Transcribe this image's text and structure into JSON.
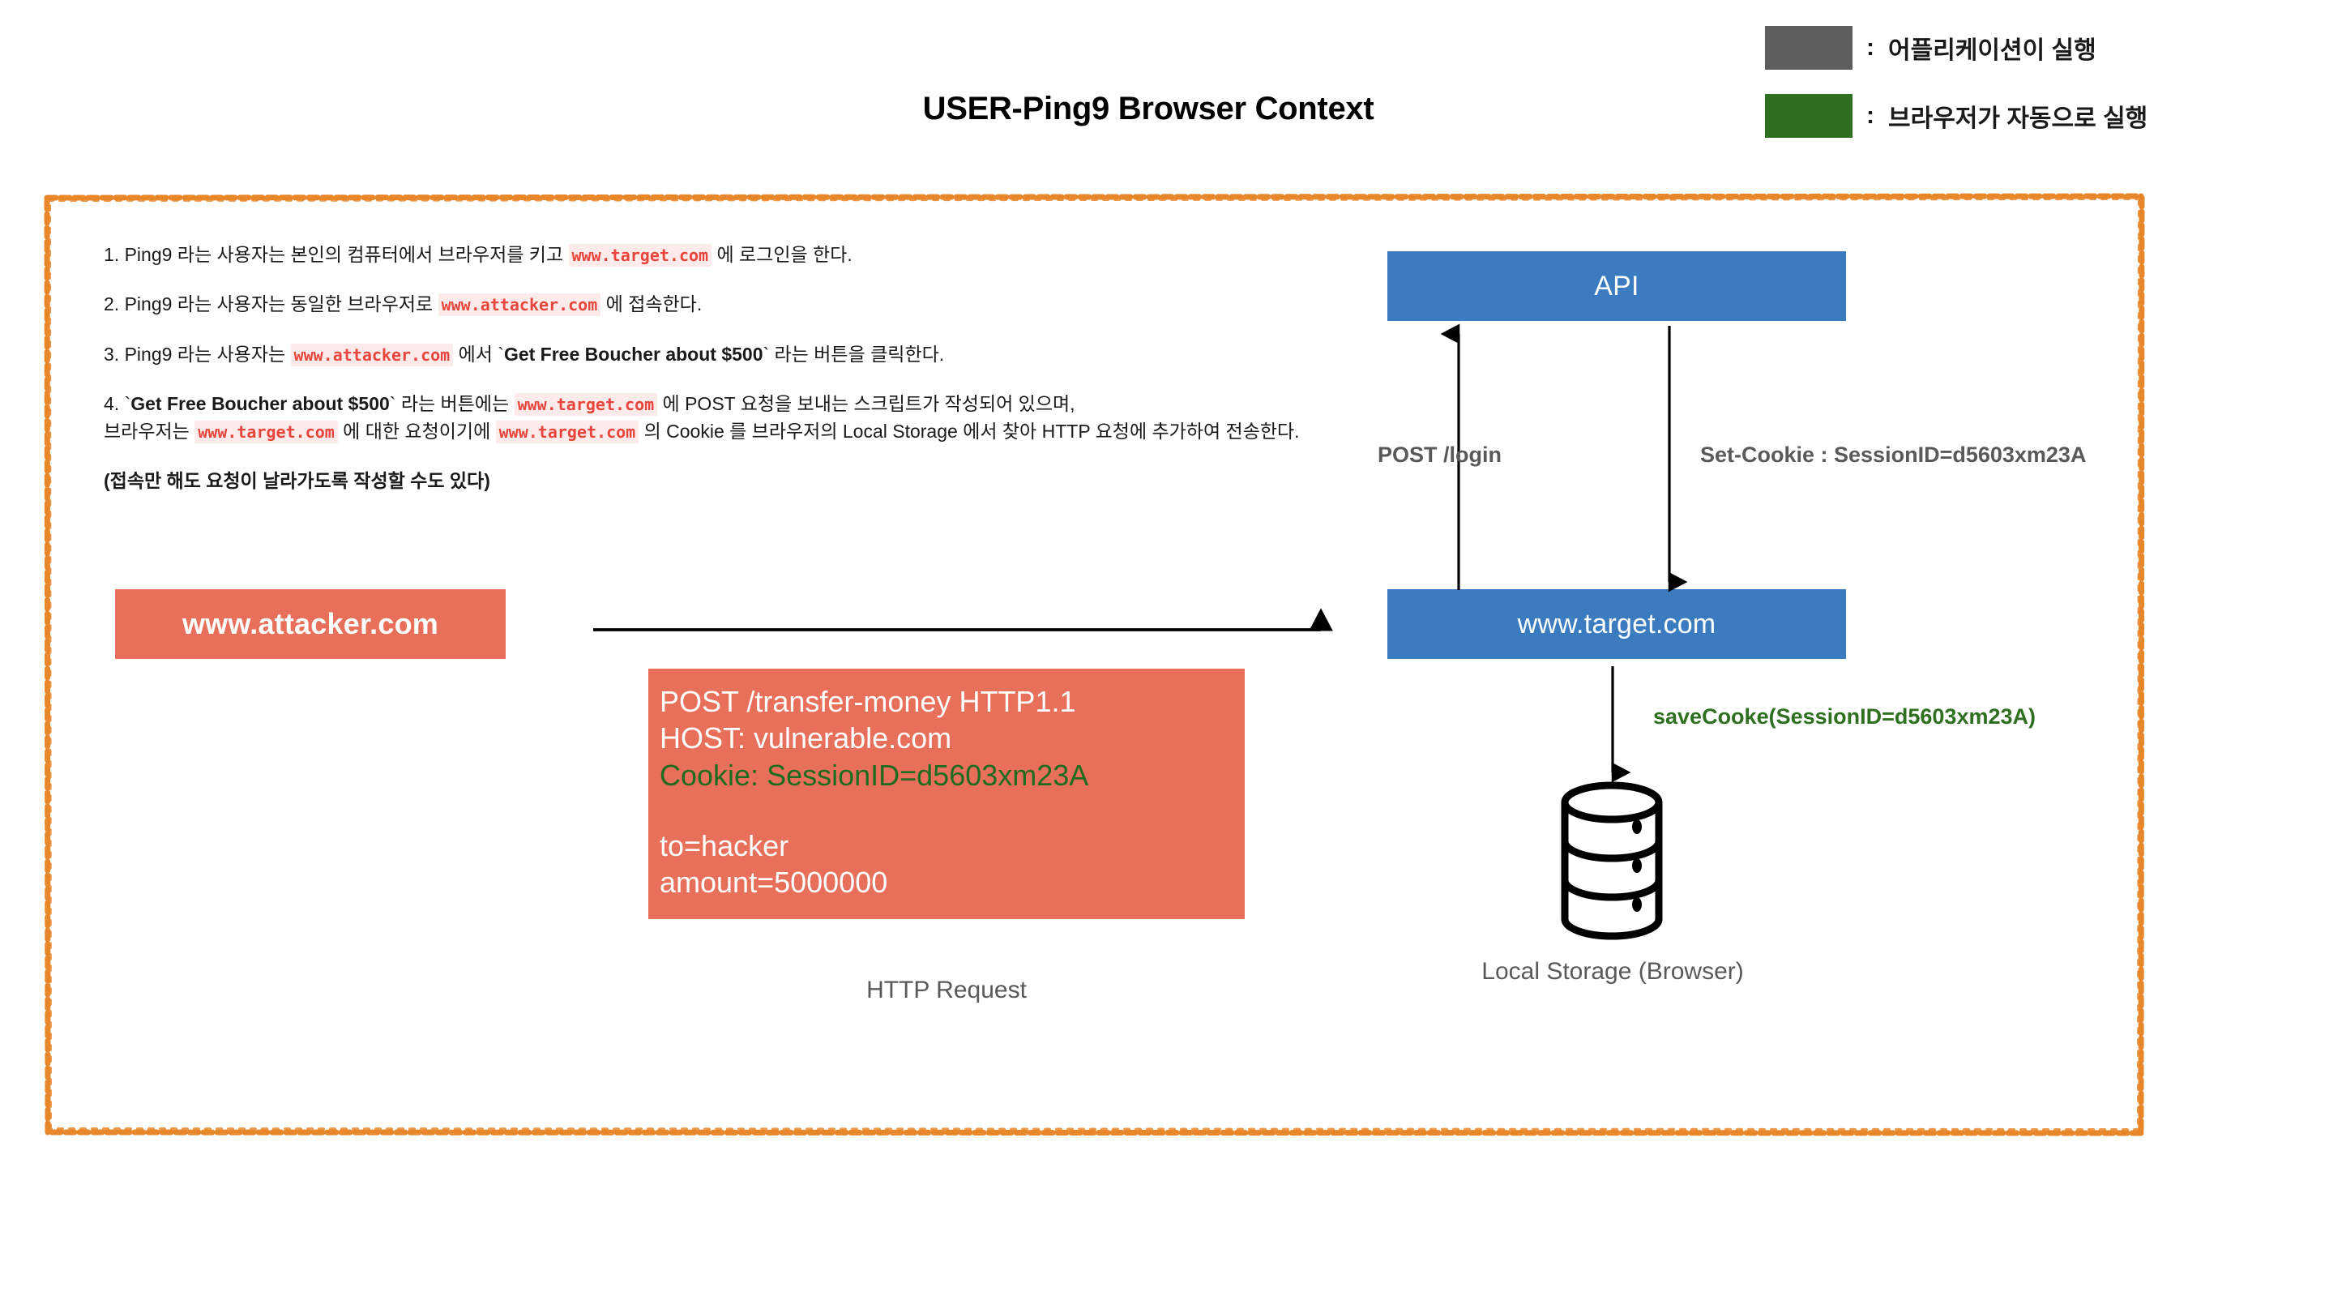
{
  "page": {
    "title": "USER-Ping9 Browser Context"
  },
  "legend": {
    "items": [
      {
        "color": "#5e5e5e",
        "colon": ":",
        "label": "어플리케이션이 실행",
        "name": "legend-application-executed"
      },
      {
        "color": "#2e7020",
        "colon": ":",
        "label": "브라우저가 자동으로 실행",
        "name": "legend-browser-auto-executed"
      }
    ]
  },
  "steps": [
    {
      "id": "step-1",
      "parts": [
        {
          "t": "1. Ping9 라는 사용자는 본인의 컴퓨터에서 브라우저를 키고 ",
          "s": "plain"
        },
        {
          "t": "www.target.com",
          "s": "code"
        },
        {
          "t": " 에 로그인을 한다.",
          "s": "plain"
        }
      ]
    },
    {
      "id": "step-2",
      "parts": [
        {
          "t": "2. Ping9 라는 사용자는 동일한 브라우저로 ",
          "s": "plain"
        },
        {
          "t": "www.attacker.com",
          "s": "code"
        },
        {
          "t": " 에 접속한다.",
          "s": "plain"
        }
      ]
    },
    {
      "id": "step-3",
      "parts": [
        {
          "t": "3. Ping9 라는 사용자는 ",
          "s": "plain"
        },
        {
          "t": "www.attacker.com",
          "s": "code"
        },
        {
          "t": " 에서 `",
          "s": "plain"
        },
        {
          "t": "Get Free Boucher about $500",
          "s": "bold"
        },
        {
          "t": "` 라는 버튼을 클릭한다.",
          "s": "plain"
        }
      ]
    },
    {
      "id": "step-4a",
      "parts": [
        {
          "t": "4. `",
          "s": "plain"
        },
        {
          "t": "Get Free Boucher about $500",
          "s": "bold"
        },
        {
          "t": "` 라는 버튼에는 ",
          "s": "plain"
        },
        {
          "t": "www.target.com",
          "s": "code"
        },
        {
          "t": " 에 POST 요청을 보내는 스크립트가 작성되어 있으며,",
          "s": "plain"
        }
      ]
    },
    {
      "id": "step-4b",
      "parts": [
        {
          "t": "브라우저는 ",
          "s": "plain"
        },
        {
          "t": "www.target.com",
          "s": "code"
        },
        {
          "t": " 에 대한 요청이기에 ",
          "s": "plain"
        },
        {
          "t": "www.target.com",
          "s": "code"
        },
        {
          "t": " 의 Cookie 를 브라우저의 Local Storage 에서 찾아 HTTP 요청에 추가하여 전송한다.",
          "s": "plain"
        }
      ]
    },
    {
      "id": "step-note",
      "parts": [
        {
          "t": "(접속만 해도 요청이 날라가도록 작성할 수도 있다)",
          "s": "bold"
        }
      ]
    }
  ],
  "nodes": {
    "api": {
      "label": "API",
      "color": "#3a7cbf"
    },
    "target": {
      "label": "www.target.com",
      "color": "#3a7cbf"
    },
    "attacker": {
      "label": "www.attacker.com",
      "color": "#e8705a"
    },
    "local_storage": {
      "caption": "Local Storage (Browser)"
    }
  },
  "edges": {
    "post_login": {
      "label": "POST /login",
      "color": "#595959",
      "direction": "up"
    },
    "set_cookie": {
      "label": "Set-Cookie : SessionID=d5603xm23A",
      "color": "#595959",
      "direction": "down"
    },
    "save_cookie": {
      "label": "saveCooke(SessionID=d5603xm23A)",
      "color": "#2e7020",
      "direction": "down"
    },
    "attack_request": {
      "label": "",
      "color": "#000000",
      "direction": "right"
    }
  },
  "http_request": {
    "caption": "HTTP Request",
    "background": "#e8705a",
    "lines": [
      {
        "text": "POST /transfer-money HTTP1.1",
        "color": "#ffffff"
      },
      {
        "text": "HOST: vulnerable.com",
        "color": "#ffffff"
      },
      {
        "text": "Cookie: SessionID=d5603xm23A",
        "color": "#1e6b1e"
      },
      {
        "text": "",
        "color": "#ffffff"
      },
      {
        "text": "to=hacker",
        "color": "#ffffff"
      },
      {
        "text": "amount=5000000",
        "color": "#ffffff"
      }
    ]
  },
  "frame": {
    "border_color": "#e8862a",
    "style": "hand-drawn-dashed"
  }
}
